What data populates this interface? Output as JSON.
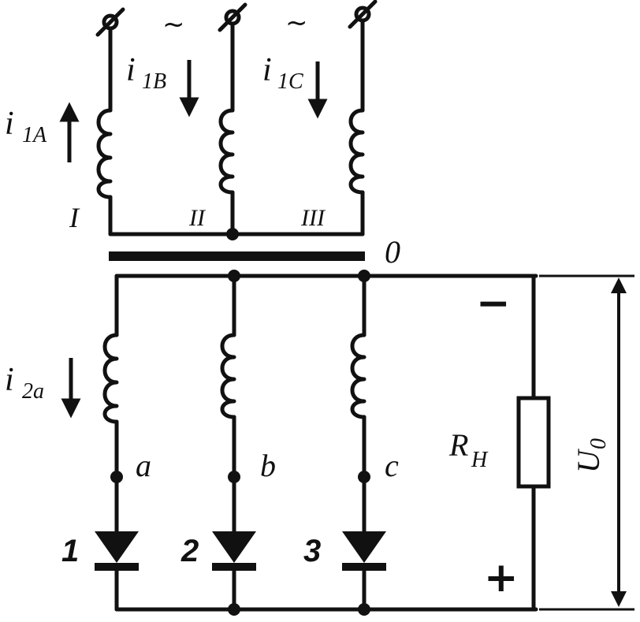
{
  "primary": {
    "phase_symbol": "~",
    "currents": {
      "A": "i",
      "A_sub": "1A",
      "B": "i",
      "B_sub": "1B",
      "C": "i",
      "C_sub": "1C"
    },
    "windings": {
      "w1": "I",
      "w2": "II",
      "w3": "III"
    }
  },
  "neutral": {
    "label": "0"
  },
  "secondary": {
    "current": "i",
    "current_sub": "2a",
    "terminals": {
      "a": "a",
      "b": "b",
      "c": "c"
    },
    "diodes": {
      "d1": "1",
      "d2": "2",
      "d3": "3"
    }
  },
  "load": {
    "resistor": "R",
    "resistor_sub": "H",
    "voltage": "U",
    "voltage_sub": "0",
    "minus": "−",
    "plus": "+"
  },
  "colors": {
    "ink": "#111111",
    "background": "#ffffff"
  }
}
